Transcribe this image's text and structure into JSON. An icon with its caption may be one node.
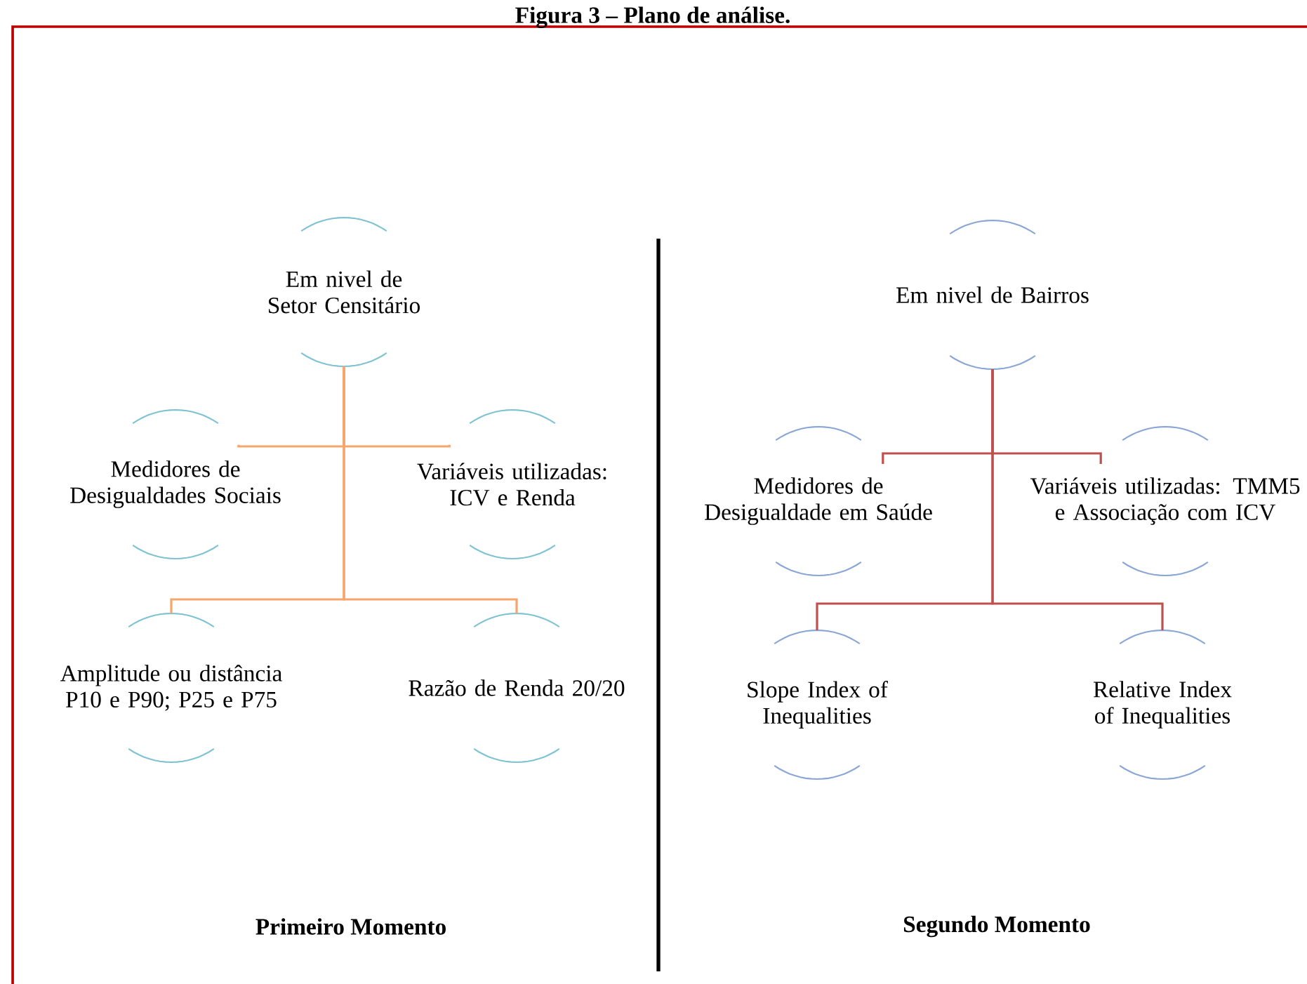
{
  "diagram": {
    "title": "Figura 3 – Plano de análise.",
    "nodes": [
      {
        "text": [
          "Em nivel de Setor Censitário"
        ]
      },
      {
        "text": [
          "Medidores de Desigualdades Sociais"
        ]
      },
      {
        "text": [
          "Variáveis utilizadas: ICV e Renda"
        ]
      },
      {
        "text": [
          "Amplitude ou distância P10 e P90; P25 e P75"
        ]
      },
      {
        "text": [
          "Razão de Renda 20/20"
        ]
      },
      {
        "text": [
          "Em nivel de Bairros"
        ]
      },
      {
        "text": [
          "Medidores de Desigualdade em Saúde"
        ]
      },
      {
        "text": [
          "Variáveis utilizadas: TMM5 e Associação com ICV"
        ]
      },
      {
        "text": [
          "Slope Index of Inequalities"
        ]
      },
      {
        "text": [
          "Relative Index of Inequalities"
        ]
      }
    ],
    "edges": [
      {
        "from": 0,
        "to": 1,
        "arrow": "none",
        "color": "#f7a66b"
      },
      {
        "from": 0,
        "to": 2,
        "arrow": "none",
        "color": "#f7a66b"
      },
      {
        "from": 0,
        "to": 3,
        "arrow": "none",
        "color": "#f7a66b"
      },
      {
        "from": 0,
        "to": 4,
        "arrow": "none",
        "color": "#f7a66b"
      },
      {
        "from": 5,
        "to": 6,
        "arrow": "none",
        "color": "#c0504d"
      },
      {
        "from": 5,
        "to": 7,
        "arrow": "none",
        "color": "#c0504d"
      },
      {
        "from": 5,
        "to": 8,
        "arrow": "none",
        "color": "#c0504d"
      },
      {
        "from": 5,
        "to": 9,
        "arrow": "none",
        "color": "#c0504d"
      }
    ],
    "labels": [
      "Primeiro Momento",
      "Segundo Momento"
    ]
  }
}
